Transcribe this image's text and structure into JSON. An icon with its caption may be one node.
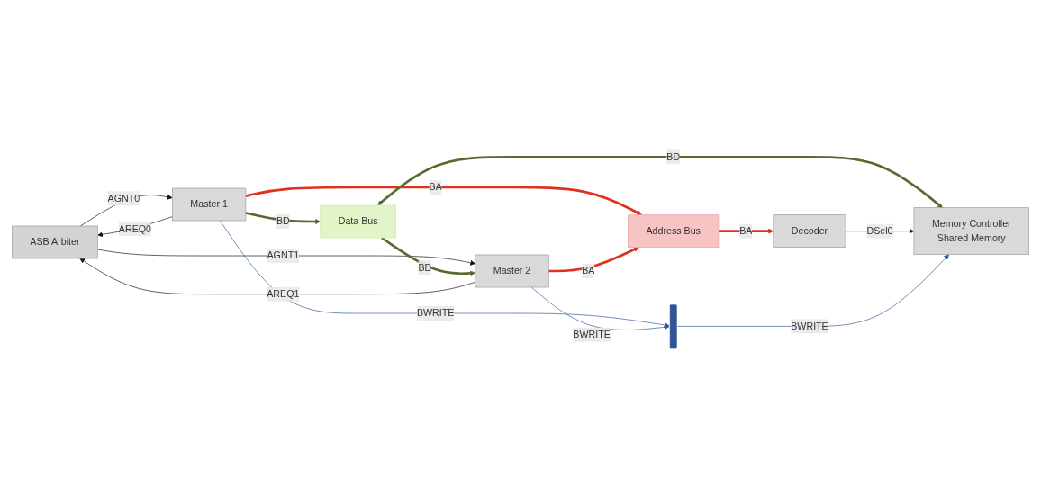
{
  "diagram": {
    "nodes": [
      {
        "text": [
          "ASB Arbiter"
        ]
      },
      {
        "text": [
          "Master 1"
        ]
      },
      {
        "text": [
          "Master 2"
        ]
      },
      {
        "text": [
          "Address Bus"
        ]
      },
      {
        "text": [
          "Data Bus"
        ]
      },
      {
        "text": [
          "Decoder"
        ]
      },
      {
        "text": [
          "Memory Controller",
          "Shared Memory"
        ]
      },
      {
        "text": [],
        "shape": "bar"
      }
    ],
    "edges": [
      {
        "from": 1,
        "to": 0,
        "arrow": "to",
        "label": "AREQ0"
      },
      {
        "from": 0,
        "to": 1,
        "arrow": "to",
        "label": "AGNT0"
      },
      {
        "from": 0,
        "to": 2,
        "arrow": "to",
        "label": "AGNT1"
      },
      {
        "from": 2,
        "to": 0,
        "arrow": "to",
        "label": "AREQ1"
      },
      {
        "from": 1,
        "to": 3,
        "arrow": "to",
        "label": "BA",
        "style": "thick",
        "color": "#e0301e"
      },
      {
        "from": 2,
        "to": 3,
        "arrow": "to",
        "label": "BA",
        "style": "thick",
        "color": "#e0301e"
      },
      {
        "from": 3,
        "to": 5,
        "arrow": "to",
        "label": "BA",
        "style": "thick",
        "color": "#e0301e"
      },
      {
        "from": 1,
        "to": 4,
        "arrow": "to",
        "label": "BD",
        "style": "thick",
        "color": "#556b2f"
      },
      {
        "from": 4,
        "to": 2,
        "arrow": "to",
        "label": "BD",
        "style": "thick",
        "color": "#556b2f"
      },
      {
        "from": 4,
        "to": 6,
        "arrow": "both",
        "label": "BD",
        "style": "thick",
        "color": "#556b2f"
      },
      {
        "from": 5,
        "to": 6,
        "arrow": "to",
        "label": "DSel0"
      },
      {
        "from": 1,
        "to": 7,
        "arrow": "to",
        "label": "BWRITE",
        "color": "#2f5597"
      },
      {
        "from": 2,
        "to": 7,
        "arrow": "to",
        "label": "BWRITE",
        "color": "#2f5597"
      },
      {
        "from": 7,
        "to": 6,
        "arrow": "to",
        "label": "BWRITE",
        "color": "#2f5597"
      }
    ]
  }
}
